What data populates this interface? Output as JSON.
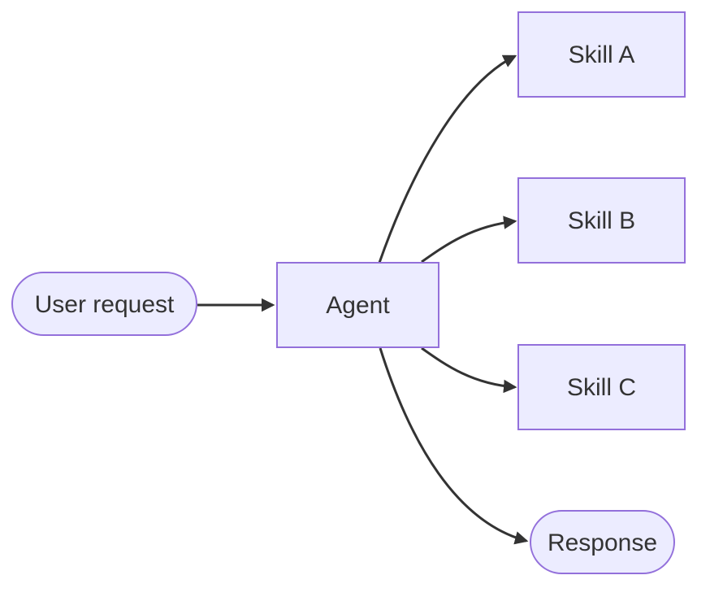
{
  "diagram": {
    "type": "flowchart",
    "direction": "left-to-right",
    "background": "#FFFFFF",
    "colors": {
      "node_fill": "#ECECFF",
      "node_border": "#9370DB",
      "edge": "#333333",
      "text": "#333333"
    },
    "nodes": {
      "user_request": {
        "label": "User request",
        "shape": "stadium"
      },
      "agent": {
        "label": "Agent",
        "shape": "rectangle"
      },
      "skill_a": {
        "label": "Skill A",
        "shape": "rectangle"
      },
      "skill_b": {
        "label": "Skill B",
        "shape": "rectangle"
      },
      "skill_c": {
        "label": "Skill C",
        "shape": "rectangle"
      },
      "response": {
        "label": "Response",
        "shape": "stadium"
      }
    },
    "edges": [
      {
        "from": "user_request",
        "to": "agent",
        "style": "arrow"
      },
      {
        "from": "agent",
        "to": "skill_a",
        "style": "arrow"
      },
      {
        "from": "agent",
        "to": "skill_b",
        "style": "arrow"
      },
      {
        "from": "agent",
        "to": "skill_c",
        "style": "arrow"
      },
      {
        "from": "agent",
        "to": "response",
        "style": "arrow"
      }
    ]
  }
}
